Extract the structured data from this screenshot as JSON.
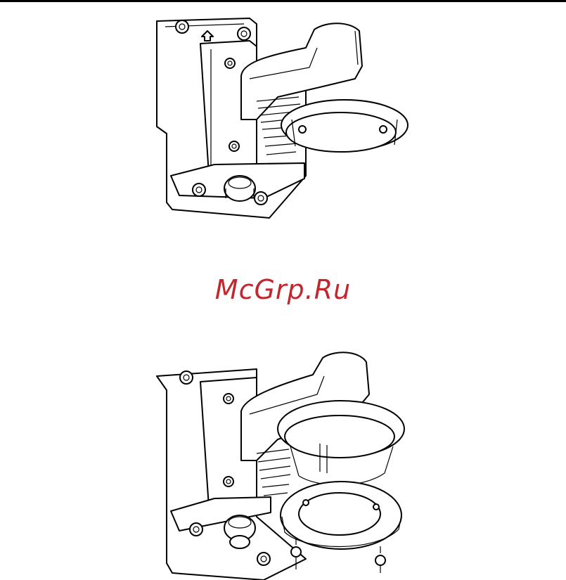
{
  "watermark": {
    "text": "McGrp.Ru",
    "color": "#c0282d"
  },
  "figures": [
    {
      "name": "assembled-wall-mount-bracket",
      "icons": [
        "wall-plate",
        "bracket-arm",
        "dome-housing",
        "cable-gland",
        "mounting-screws",
        "up-arrow-mark"
      ]
    },
    {
      "name": "exploded-wall-mount-bracket",
      "icons": [
        "wall-plate",
        "bracket-arm",
        "dome-housing",
        "base-plate",
        "cable-gland",
        "mounting-screws"
      ]
    }
  ]
}
